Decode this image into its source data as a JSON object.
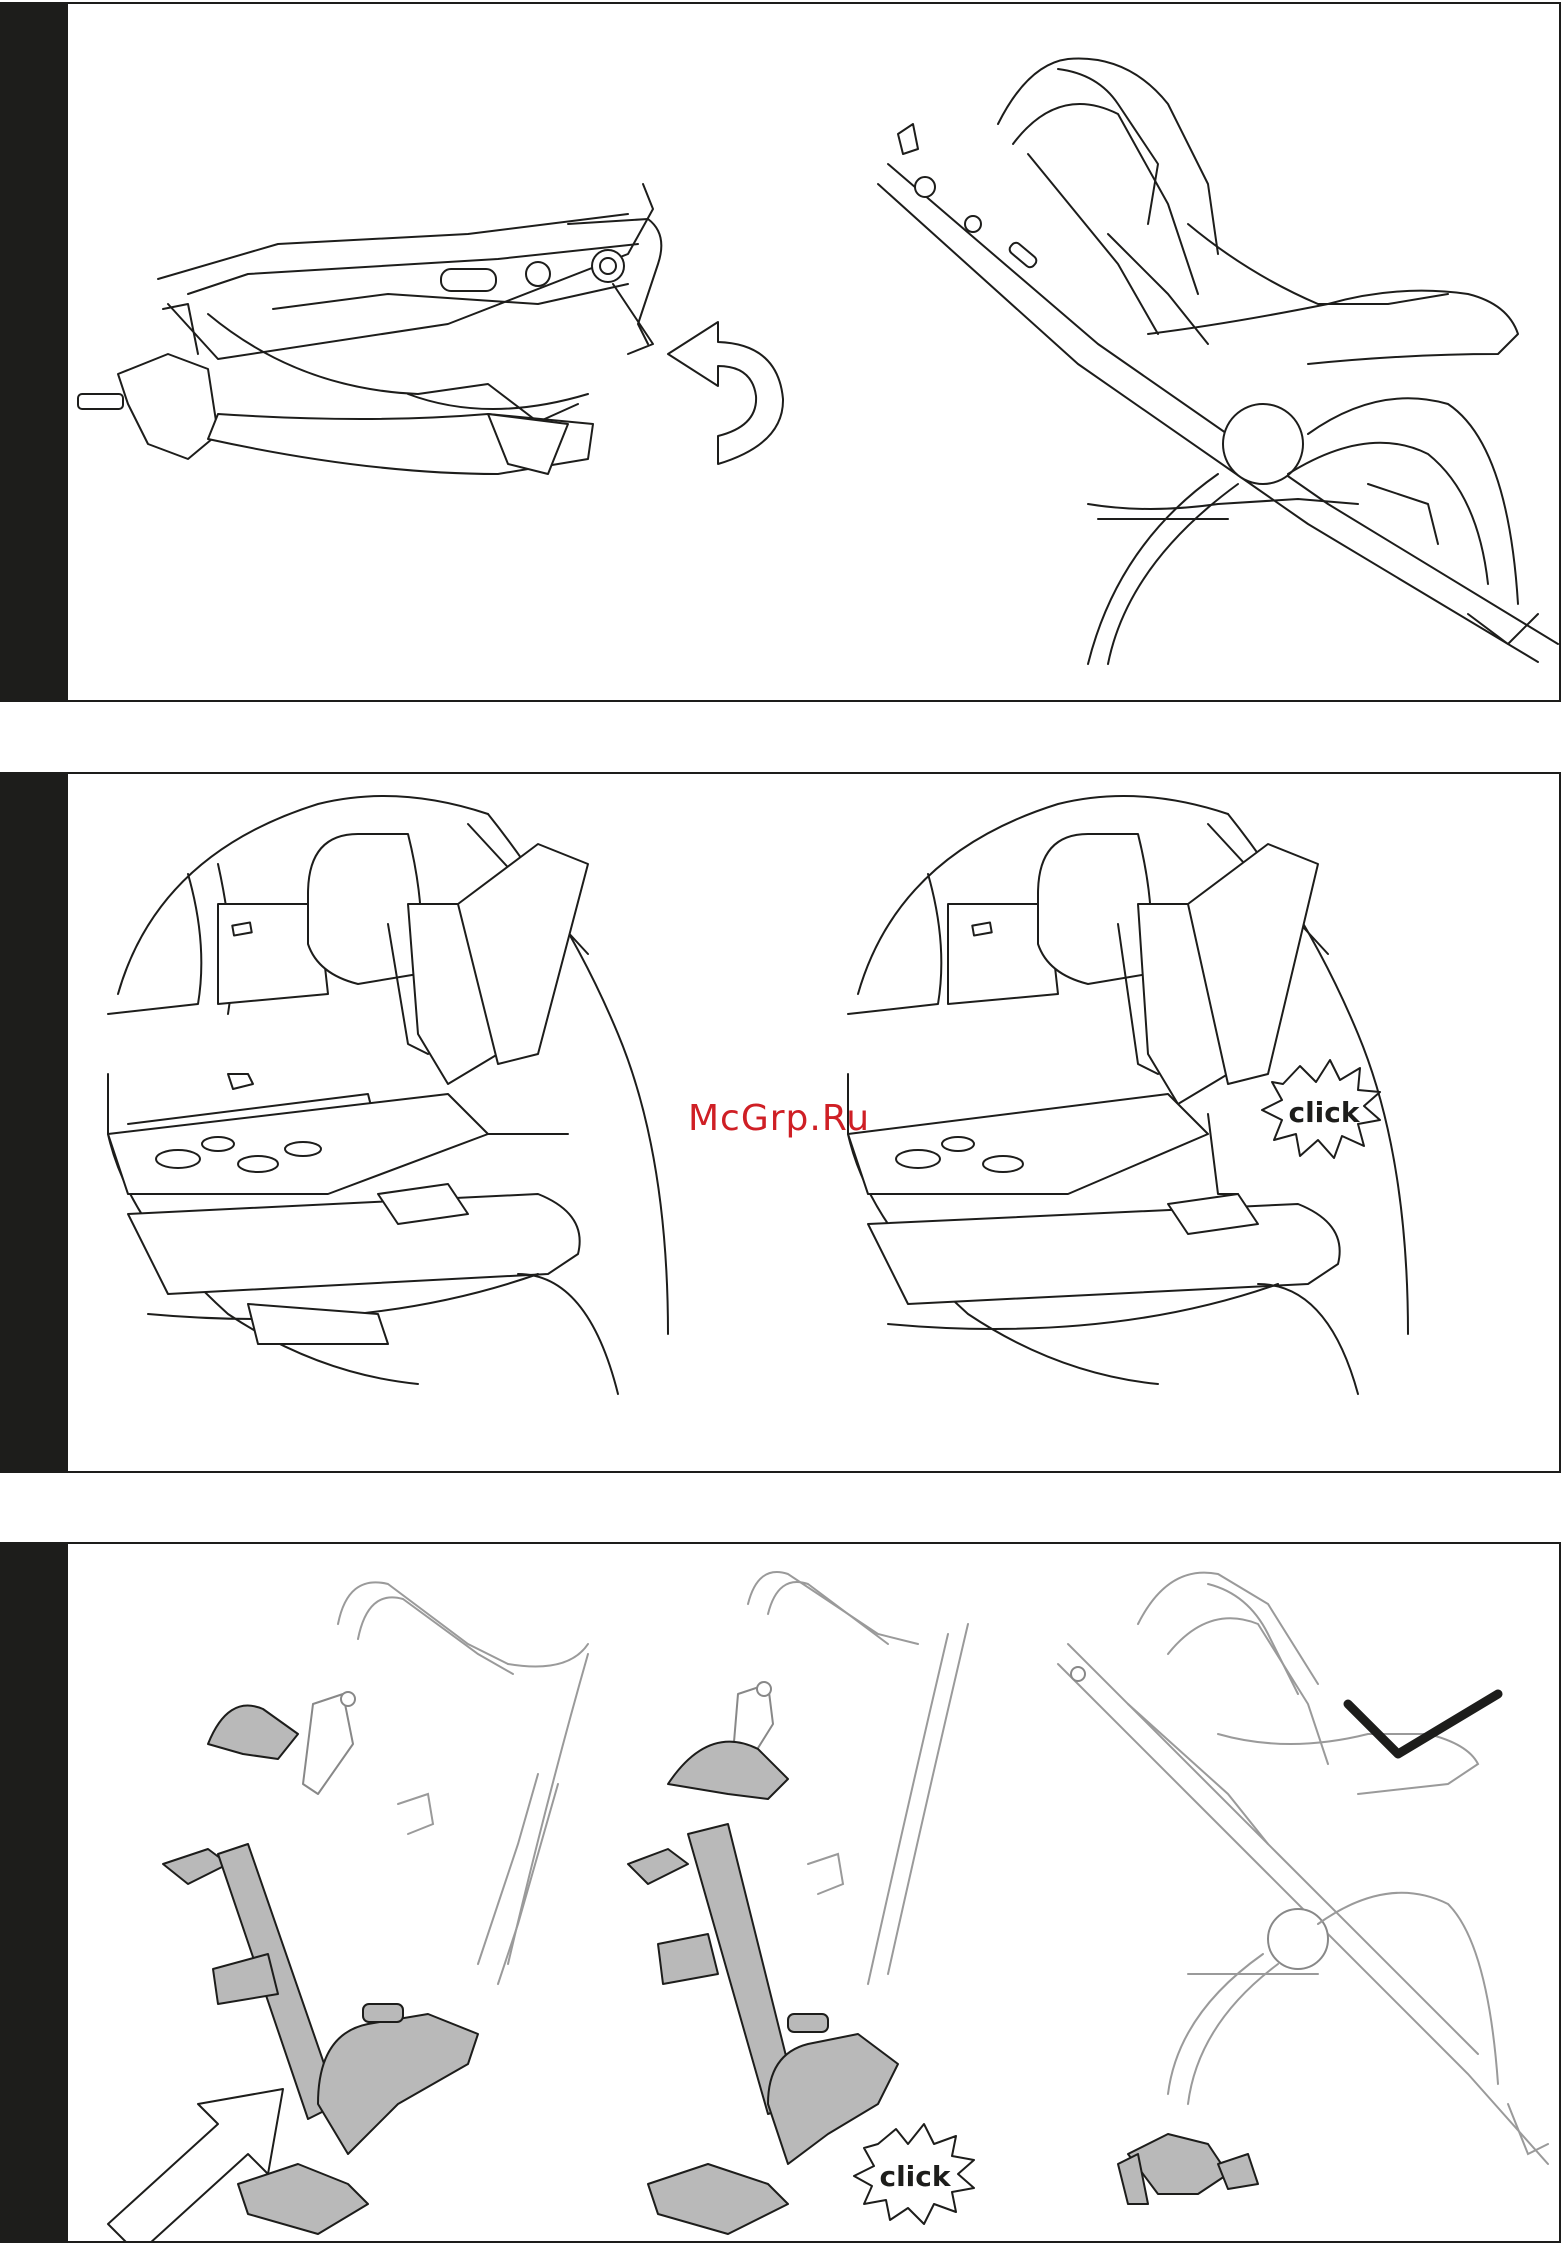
{
  "watermark": "McGrp.Ru",
  "callouts": {
    "panel2_click": "click",
    "panel3_click": "click"
  },
  "icons": [
    "rotate-arrow-icon",
    "push-arrow-icon",
    "checkmark-icon",
    "click-burst-icon"
  ],
  "colors": {
    "ink": "#1d1d1b",
    "part_fill": "#b9b9b9",
    "watermark": "#cf1f25"
  }
}
